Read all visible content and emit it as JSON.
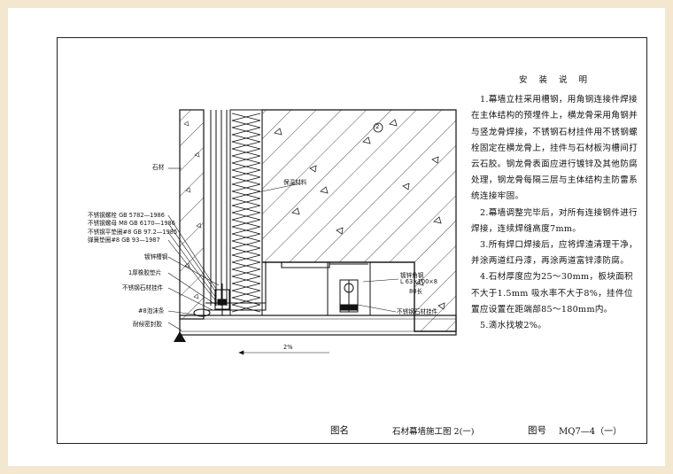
{
  "notes": {
    "title": "安 装 说 明",
    "items": [
      "1.幕墙立柱采用槽钢，用角钢连接件焊接在主体结构的预埋件上，横龙骨采用角钢并与竖龙骨焊接，不锈钢石材挂件用不锈钢螺栓固定在横龙骨上，挂件与石材板沟槽间打云石胶。钢龙骨表面应进行镀锌及其他防腐处理，钢龙骨每隔三层与主体结构主防雷系统连接牢固。",
      "2.幕墙调整完毕后，对所有连接钢件进行焊接，连续焊缝高度7mm。",
      "3.所有焊口焊接后，应将焊渣清理干净，并涂两道红丹漆，再涂两道富锌漆防腐。",
      "4.石材厚度应为25～30mm，板块面积不大于1.5mm 吸水率不大于8%，挂件位置应设置在距端部85～180mm内。",
      "5.滴水找坡2%。"
    ]
  },
  "labels": {
    "stone": "石材",
    "insulation": "保温材料",
    "bolt": "不锈钢螺栓 GB 5782—1986",
    "nut": "不锈钢螺母 M8 GB 6170—1986",
    "flat_washer": "不锈钢平垫圈#8 GB 97.2—1985",
    "spring_washer": "弹簧垫圈#8 GB 93—1987",
    "channel": "镀锌槽钢",
    "rubber_pad": "1厚橡胶垫片",
    "hanger": "不锈钢石材挂件",
    "foam_rod": "#8泡沫条",
    "sealant": "耐候密封胶",
    "angle": "镀锌角钢",
    "angle_spec": "L 63×100×8",
    "angle_len": "80长",
    "hanger2": "不锈钢石材挂件",
    "slope": "2%",
    "circle_num": "2"
  },
  "title_block": {
    "name_label": "图名",
    "name_value": "石材幕墙施工图 2(一)",
    "no_label": "图号",
    "no_value": "MQ7—4（一）"
  }
}
